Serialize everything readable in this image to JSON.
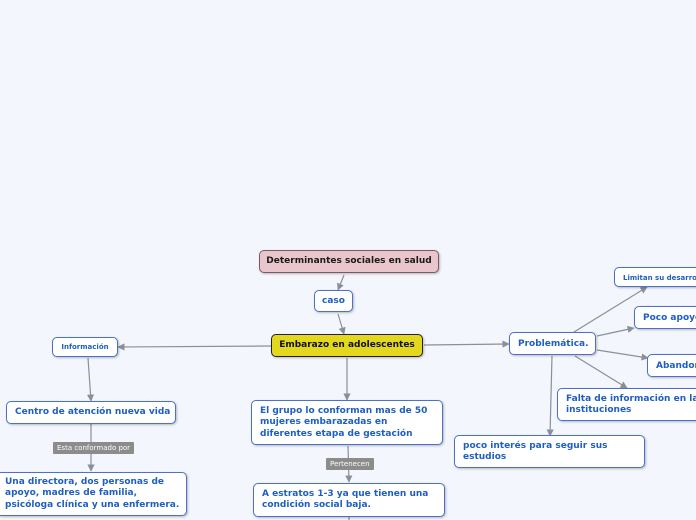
{
  "nodes": {
    "determinantes": "Determinantes sociales en salud",
    "caso": "caso",
    "central": "Embarazo en adolescentes",
    "informacion": "Información",
    "centro": "Centro de atención nueva vida",
    "directora": "Una directora, dos personas de apoyo, madres de familia, psicóloga clínica y una enfermera.",
    "grupo": "El grupo lo conforman mas de 50 mujeres embarazadas en diferentes etapa de gestación",
    "estratos": "A estratos 1-3 ya que tienen una condición social baja.",
    "problematica": "Problemática.",
    "limitan": "Limitan su desarrollo",
    "poco_apoyo": "Poco apoyo",
    "abandono": "Abandono",
    "falta": "Falta de información en las instituciones",
    "poco_interes": "poco interés para seguir sus estudios"
  },
  "labels": {
    "conformado": "Esta conformado por",
    "pertenecen": "Pertenecen"
  },
  "colors": {
    "link": "#8a8f9c",
    "node_border": "#4a72c8",
    "node_text": "#1f5fbf",
    "central_fill": "#e4d81e",
    "root_fill": "#e9c6cb",
    "background": "#f4f6fd"
  }
}
